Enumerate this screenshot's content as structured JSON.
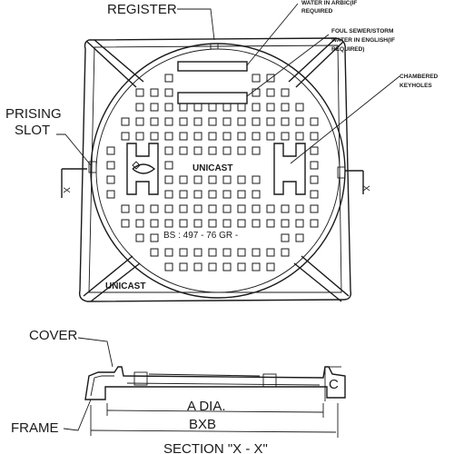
{
  "labels": {
    "register": "REGISTER",
    "arabic_note": "WATER IN ARBIC(IF REQUIRED",
    "arabic_note_l1": "WATER IN ARBIC(IF",
    "arabic_note_l2": "REQUIRED",
    "english_note_l1": "FOUL SEWER/STORM",
    "english_note_l2": "WATER IN ENGLISH(IF",
    "english_note_l3": "REQUIRED)",
    "keyholes_l1": "CHAMBERED",
    "keyholes_l2": "KEYHOLES",
    "prising_l1": "PRISING",
    "prising_l2": "SLOT",
    "x_left": "X",
    "x_right": "X",
    "brand_cover": "UNICAST",
    "brand_frame": "UNICAST",
    "standard": "BS : 497 - 76   GR -",
    "cover": "COVER",
    "frame": "FRAME",
    "dim_a": "A DIA.",
    "dim_b": "BXB",
    "dim_c": "C",
    "section": "SECTION  \"X - X\""
  }
}
